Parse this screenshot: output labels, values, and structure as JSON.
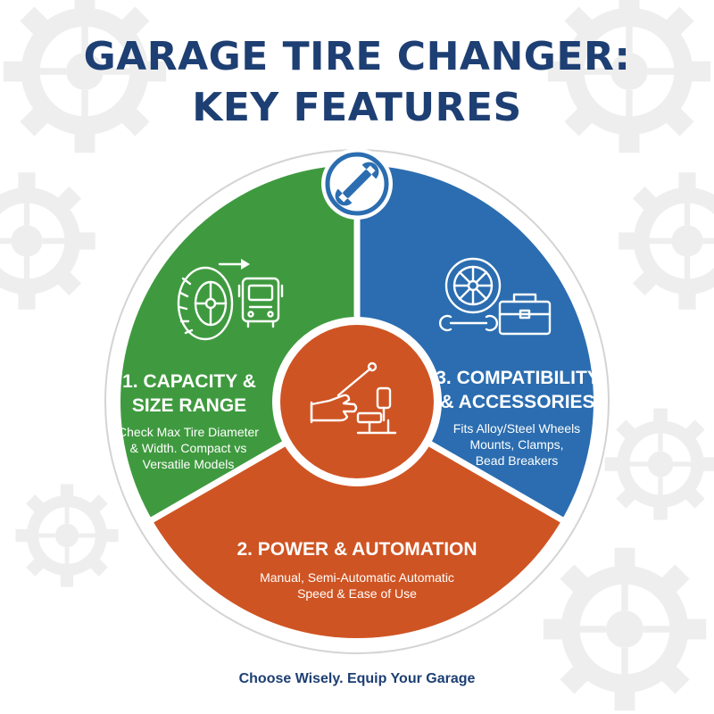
{
  "title": {
    "line1": "GARAGE TIRE CHANGER:",
    "line2": "KEY FEATURES"
  },
  "segments": [
    {
      "id": "capacity",
      "title_line1": "1. CAPACITY &",
      "title_line2": "SIZE RANGE",
      "text_lines": [
        "Check Max Tire Diameter",
        "& Width. Compact vs",
        "Versatile Models"
      ],
      "color": "#3f9a3f",
      "icons": [
        "tire-icon",
        "arrow-right-icon",
        "truck-icon"
      ]
    },
    {
      "id": "power",
      "title_line1": "2. POWER & AUTOMATION",
      "text_lines": [
        "Manual, Semi-Automatic Automatic",
        "Speed & Ease of Use"
      ],
      "color": "#cf5423",
      "icons": [
        "hand-lever-pedals-icon"
      ]
    },
    {
      "id": "compatibility",
      "title_line1": "3. COMPATIBILITY",
      "title_line2": "& ACCESSORIES",
      "text_lines": [
        "Fits Alloy/Steel Wheels",
        "Mounts, Clamps,",
        "Bead Breakers"
      ],
      "color": "#2b6db0",
      "icons": [
        "wheel-icon",
        "wrench-icon",
        "toolbox-icon"
      ]
    }
  ],
  "top_badge_icon": "wrench-icon",
  "footer": "Choose Wisely. Equip Your Garage",
  "colors": {
    "navy": "#1d3f73",
    "green": "#3f9a3f",
    "orange": "#cf5423",
    "blue": "#2b6db0",
    "center": "#cf5423"
  }
}
